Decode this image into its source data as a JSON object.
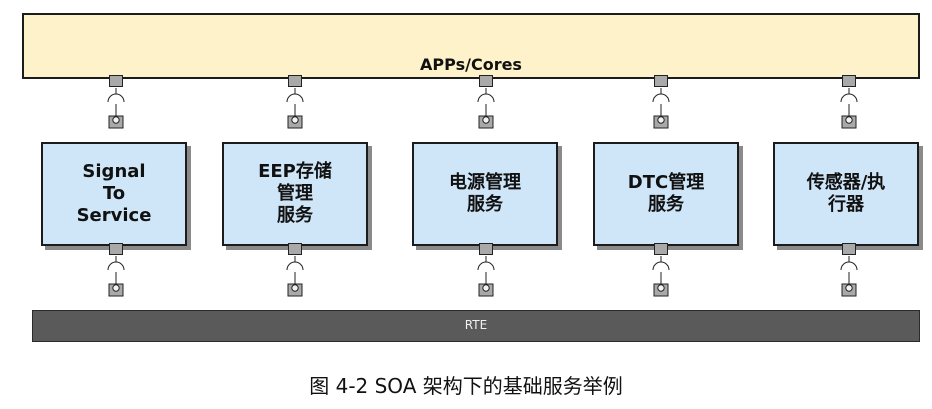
{
  "apps": {
    "label": "APPs/Cores"
  },
  "rte": {
    "label": "RTE"
  },
  "services": [
    {
      "label": "Signal\nTo\nService"
    },
    {
      "label": "EEP存储\n管理\n服务"
    },
    {
      "label": "电源管理\n服务"
    },
    {
      "label": "DTC管理\n服务"
    },
    {
      "label": "传感器/执\n行器"
    }
  ],
  "caption": "图 4-2 SOA 架构下的基础服务举例",
  "colors": {
    "apps_fill": "#fdf2c9",
    "service_fill": "#cfe6f8",
    "rte_fill": "#5a5a5a",
    "port_fill": "#a9a9a9"
  }
}
